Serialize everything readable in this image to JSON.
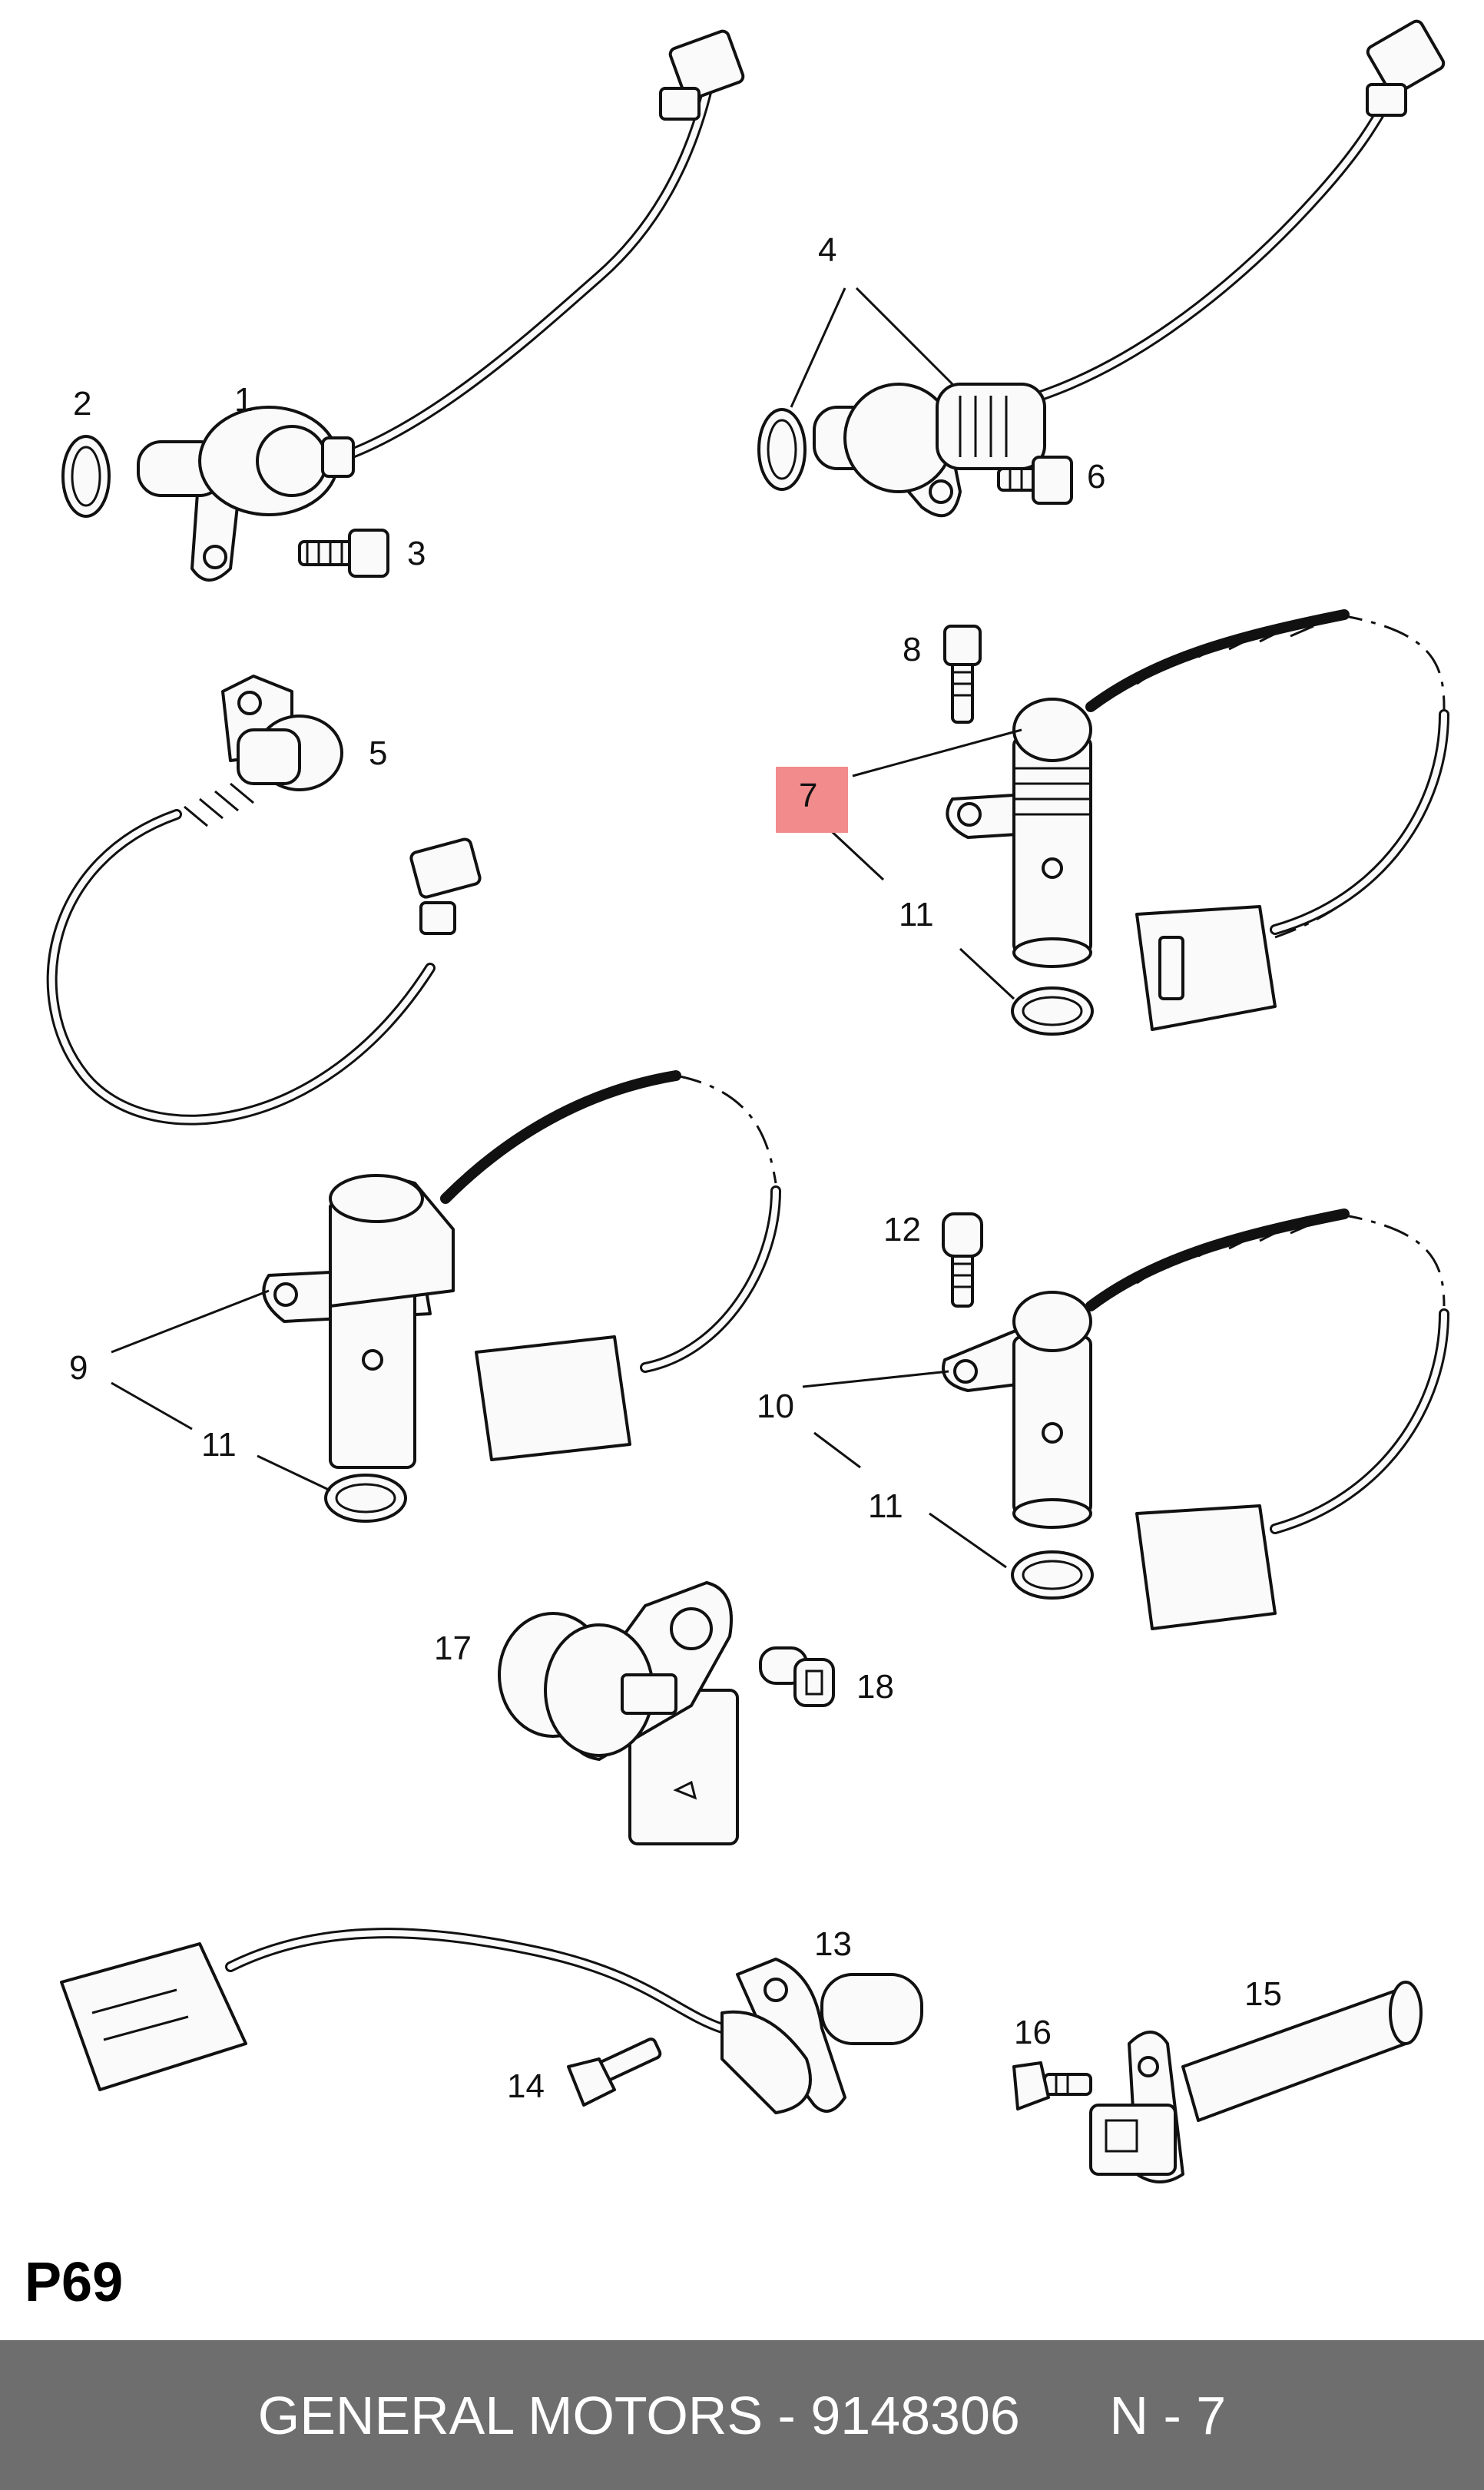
{
  "callouts": [
    "1",
    "2",
    "3",
    "4",
    "5",
    "6",
    "7",
    "8",
    "9",
    "10",
    "11",
    "12",
    "13",
    "14",
    "15",
    "16",
    "17",
    "18"
  ],
  "highlighted_callout": "7",
  "page_code": "P69",
  "footer": {
    "brand": "GENERAL MOTORS",
    "part_number": "9148306",
    "position": "N - 7",
    "separator": " - "
  },
  "colors": {
    "highlight": "#f28b8b",
    "footer_bg": "#6e6e6e",
    "footer_text": "#ffffff",
    "line": "#111111"
  }
}
